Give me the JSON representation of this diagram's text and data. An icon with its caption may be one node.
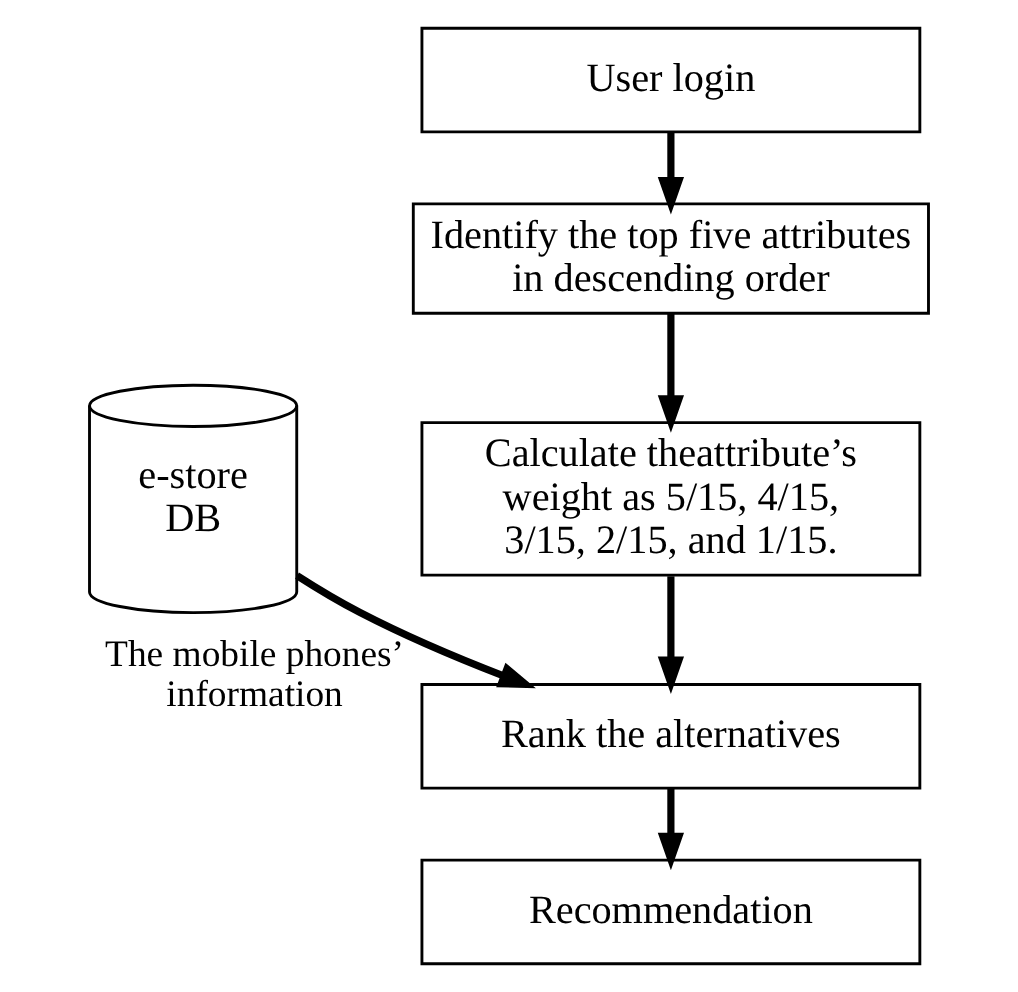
{
  "diagram": {
    "nodes": [
      {
        "text": [
          "User login"
        ]
      },
      {
        "text": [
          "Identify the top five attributes in descending order"
        ]
      },
      {
        "text": [
          "Calculate theattribute’s weight as 5/15, 4/15, 3/15, 2/15, and 1/15."
        ]
      },
      {
        "text": [
          "e-store DB"
        ]
      },
      {
        "text": [
          "Rank the alternatives"
        ]
      },
      {
        "text": [
          "Recommendation"
        ]
      }
    ],
    "edges": [
      {
        "from": 0,
        "to": 1,
        "arrow": "to"
      },
      {
        "from": 1,
        "to": 2,
        "arrow": "to"
      },
      {
        "from": 2,
        "to": 4,
        "arrow": "to"
      },
      {
        "from": 3,
        "to": 4,
        "arrow": "to",
        "label": "The mobile phones’ information"
      },
      {
        "from": 4,
        "to": 5,
        "arrow": "to"
      }
    ]
  }
}
